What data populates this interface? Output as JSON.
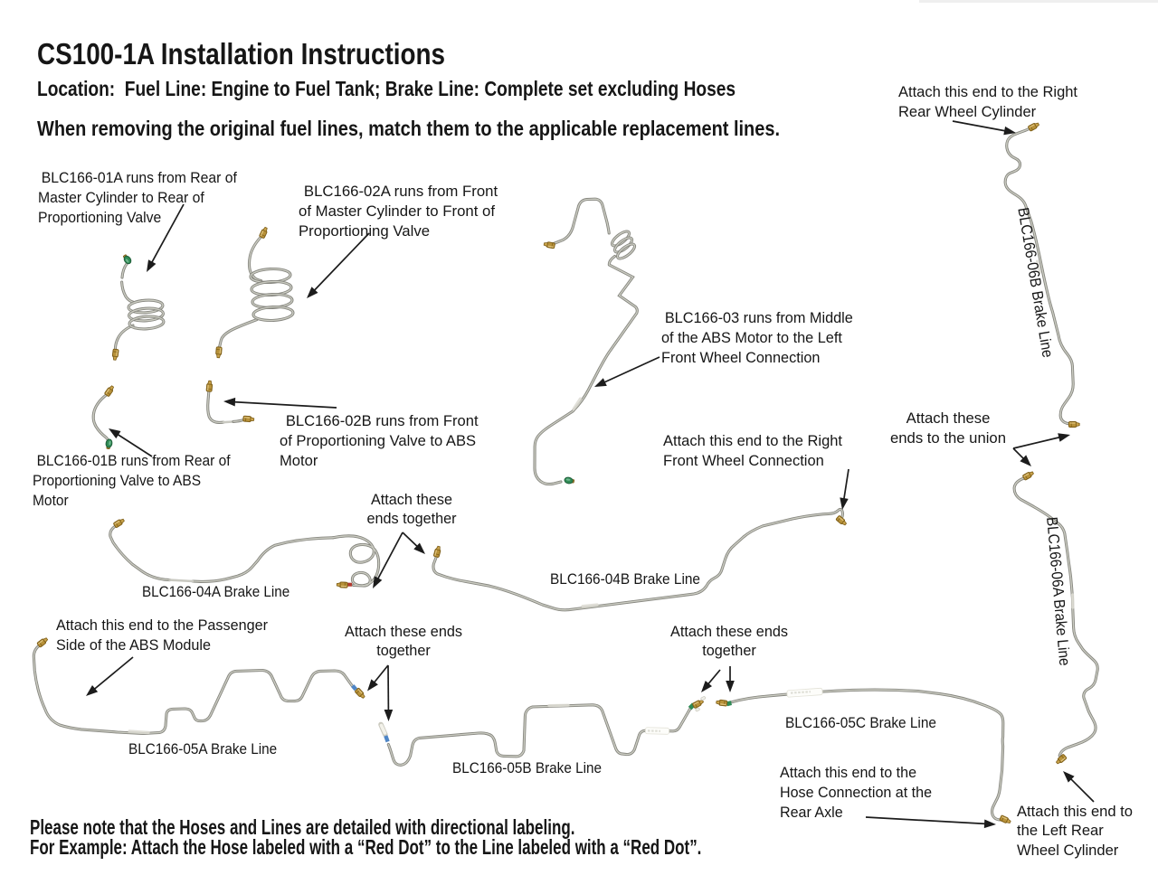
{
  "colors": {
    "text": "#161616",
    "arrow": "#1c1c1c",
    "tube": "#86867f",
    "tube_highlight": "#cccdc3",
    "tube_light": "#c9c9c1",
    "brass": "#b8923a",
    "brass_dark": "#7c5c16",
    "green_fitting": "#2f8a55",
    "blue_band": "#4f86c6",
    "red_band": "#b23a30",
    "white_sleeve": "#f1f0ea",
    "top_strip": "#efefef"
  },
  "header": {
    "title": "CS100-1A Installation Instructions",
    "location": "Location:  Fuel Line: Engine to Fuel Tank; Brake Line: Complete set excluding Hoses",
    "warning": "When removing the original fuel lines, match them to the applicable replacement lines."
  },
  "callouts": {
    "blc166_01a": "BLC166-01A runs from Rear of\nMaster Cylinder to Rear of\nProportioning Valve",
    "blc166_02a": "BLC166-02A runs from Front\nof Master Cylinder to Front of\nProportioning Valve",
    "blc166_03": "BLC166-03 runs from Middle\nof the ABS Motor to the Left\nFront Wheel Connection",
    "blc166_02b": "BLC166-02B runs from Front\nof Proportioning Valve to ABS\nMotor",
    "blc166_01b": "BLC166-01B runs from Rear of\nProportioning Valve to ABS\nMotor",
    "attach_right_rear": "Attach this end to the Right\nRear Wheel Cylinder",
    "attach_union": "Attach these\nends to the union",
    "attach_right_front": "Attach this end to the Right\nFront Wheel Connection",
    "attach_together_04": "Attach these\nends together",
    "attach_passenger": "Attach this end to the Passenger\nSide of the ABS Module",
    "attach_together_05ab": "Attach these ends\ntogether",
    "attach_together_05bc": "Attach these ends\ntogether",
    "attach_rear_axle": "Attach this end to the\nHose Connection at the\nRear Axle",
    "attach_left_rear": "Attach this end to\nthe Left Rear\nWheel Cylinder"
  },
  "part_labels": {
    "blc166_04a": "BLC166-04A Brake Line",
    "blc166_04b": "BLC166-04B Brake Line",
    "blc166_05a": "BLC166-05A Brake Line",
    "blc166_05b": "BLC166-05B Brake Line",
    "blc166_05c": "BLC166-05C Brake Line",
    "blc166_06a": "BLC166-06A Brake Line",
    "blc166_06b": "BLC166-06B Brake Line"
  },
  "notes": {
    "line1": "Please note that the Hoses and Lines are detailed with directional labeling.",
    "line2": "For Example: Attach the Hose labeled with a “Red Dot” to the Line labeled with a “Red Dot”."
  }
}
